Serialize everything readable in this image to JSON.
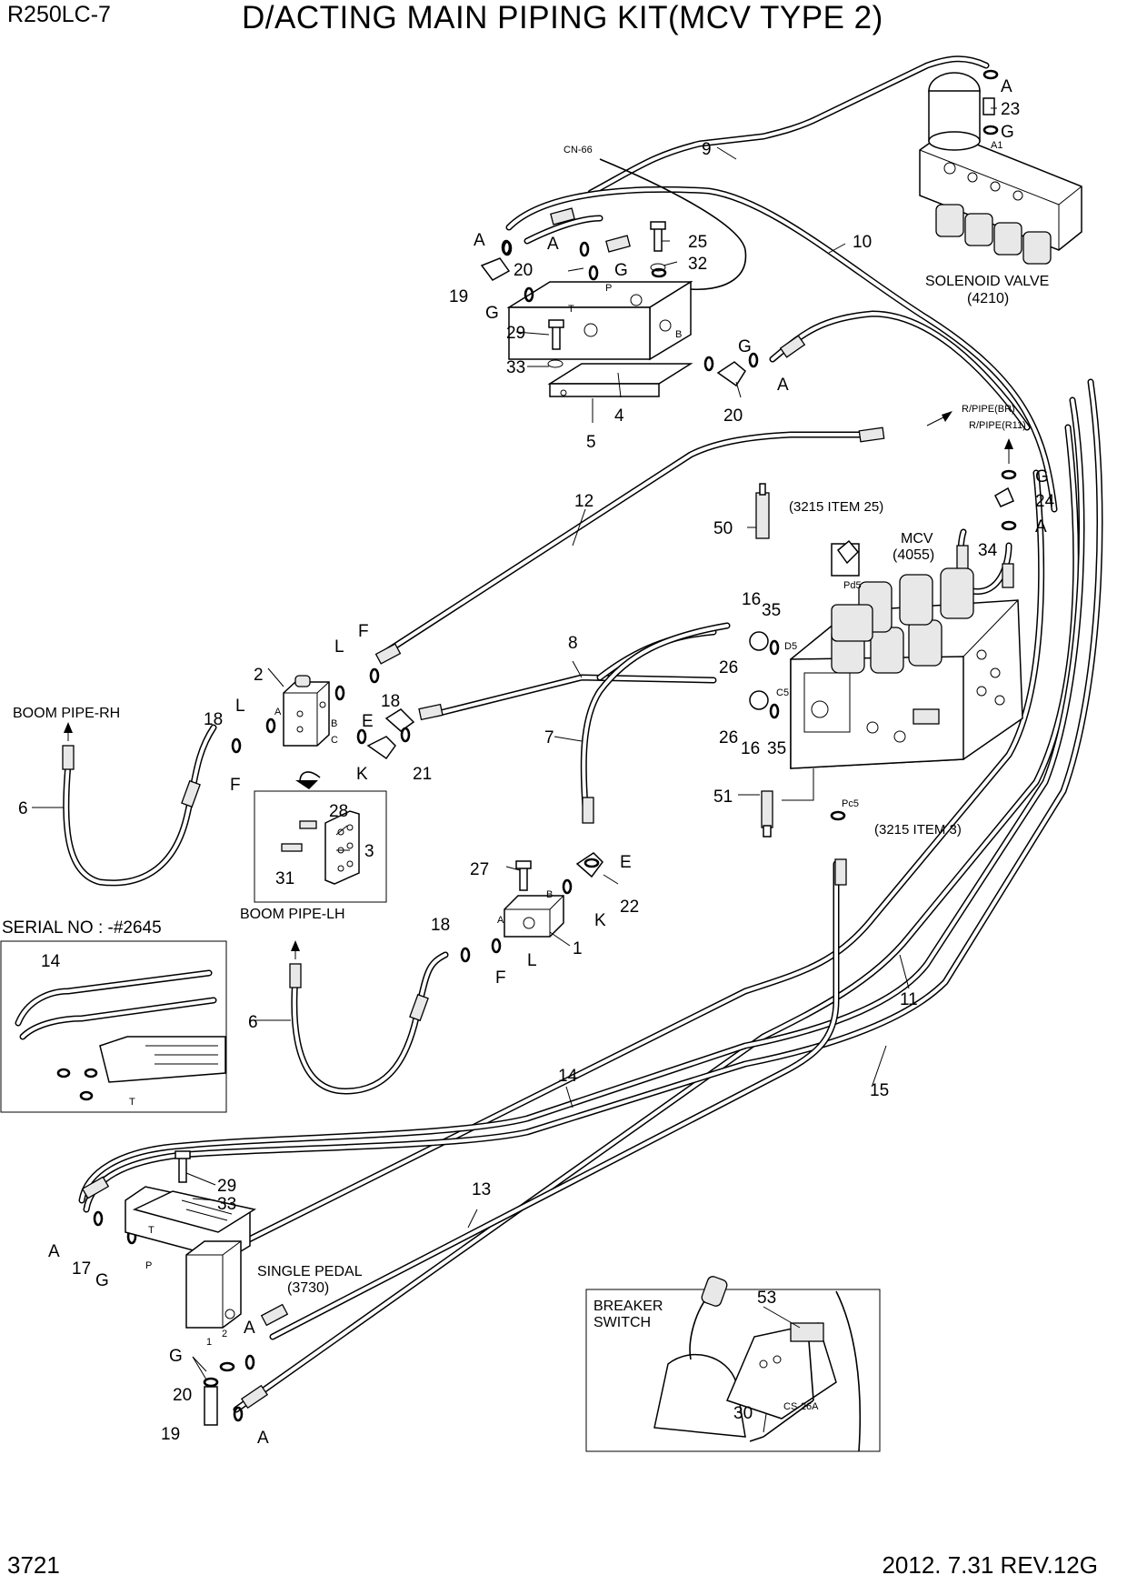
{
  "header": {
    "model": "R250LC-7",
    "title": "D/ACTING MAIN PIPING KIT(MCV TYPE 2)"
  },
  "footer": {
    "page": "3721",
    "revision": "2012. 7.31  REV.12G"
  },
  "notes": {
    "cn66": "CN-66",
    "cs26a": "CS-26A",
    "solenoid_valve": "SOLENOID VALVE",
    "solenoid_ref": "(4210)",
    "mcv": "MCV",
    "mcv_ref": "(4055)",
    "item3215_25": "(3215 ITEM 25)",
    "item3215_3": "(3215 ITEM 3)",
    "rpipe_br": "R/PIPE(BR)",
    "rpipe_r11": "R/PIPE(R11)",
    "boom_rh": "BOOM PIPE-RH",
    "boom_lh": "BOOM PIPE-LH",
    "serial": "SERIAL NO : -#2645",
    "single_pedal": "SINGLE PEDAL",
    "pedal_ref": "(3730)",
    "breaker_1": "BREAKER",
    "breaker_2": "SWITCH"
  },
  "ports": {
    "a1": "A1",
    "t": "T",
    "p": "P",
    "b": "B",
    "a": "A",
    "c": "C",
    "pd5": "Pd5",
    "d5": "D5",
    "c5": "C5",
    "pc5": "Pc5",
    "one": "1",
    "two": "2"
  },
  "callouts": {
    "c9": "9",
    "c10": "10",
    "c23": "23",
    "cA1": "A",
    "cG1": "G",
    "cA2": "A",
    "cA3": "A",
    "c25": "25",
    "c32": "32",
    "c20a": "20",
    "cG2": "G",
    "c19a": "19",
    "cG3": "G",
    "c29a": "29",
    "c33a": "33",
    "c4": "4",
    "c5": "5",
    "cG4": "G",
    "cA4": "A",
    "c20b": "20",
    "c12": "12",
    "cG5": "G",
    "c24": "24",
    "cA5": "A",
    "c34": "34",
    "c50": "50",
    "c16a": "16",
    "c35a": "35",
    "c8": "8",
    "c26a": "26",
    "c26b": "26",
    "c16b": "16",
    "c35b": "35",
    "c7": "7",
    "c51": "51",
    "c2": "2",
    "cL1": "L",
    "cF1": "F",
    "c18a": "18",
    "cL2": "L",
    "c18b": "18",
    "cE1": "E",
    "cK1": "K",
    "c21": "21",
    "cF2": "F",
    "c6a": "6",
    "c28": "28",
    "c3": "3",
    "c31": "31",
    "c27": "27",
    "cE2": "E",
    "c22": "22",
    "cK2": "K",
    "c18c": "18",
    "cL3": "L",
    "c1": "1",
    "cF3": "F",
    "c6b": "6",
    "c14a": "14",
    "c14b": "14",
    "c11": "11",
    "c15": "15",
    "c13": "13",
    "c29b": "29",
    "c33b": "33",
    "cA6": "A",
    "c17": "17",
    "cG6": "G",
    "cA7": "A",
    "cG7": "G",
    "c20c": "20",
    "c19b": "19",
    "cA8": "A",
    "c53": "53",
    "c30": "30"
  }
}
